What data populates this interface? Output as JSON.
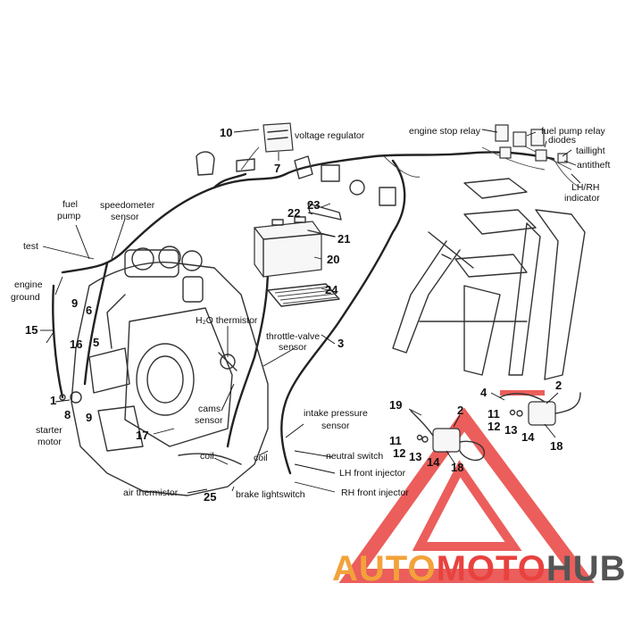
{
  "colors": {
    "line": "#222222",
    "logo_red": "#e8423f",
    "logo_orange": "#f3a23a",
    "logo_gray": "#555555"
  },
  "labels": {
    "voltage_regulator": "voltage regulator",
    "engine_stop_relay": "engine stop relay",
    "fuel_pump_relay": "fuel pump relay",
    "diodes": "diodes",
    "taillight": "taillight",
    "antitheft": "antitheft",
    "lh_rh": "LH/RH",
    "indicator": "indicator",
    "fuel": "fuel",
    "pump": "pump",
    "speedometer": "speedometer",
    "sensor_speedo": "sensor",
    "test": "test",
    "engine": "engine",
    "ground": "ground",
    "h2o_thermistor": "H₂O thermistor",
    "throttle_valve": "throttle-valve",
    "sensor_throttle": "sensor",
    "cams": "cams",
    "sensor_cams": "sensor",
    "intake_pressure": "intake pressure",
    "sensor_intake": "sensor",
    "starter": "starter",
    "motor": "motor",
    "coil_left": "coil",
    "coil_right": "coil",
    "neutral_switch": "neutral switch",
    "lh_front_injector": "LH front injector",
    "rh_front_injector": "RH front injector",
    "air_thermistor": "air thermistor",
    "brake_lightswitch": "brake lightswitch"
  },
  "numbers": {
    "n10": "10",
    "n7": "7",
    "n23": "23",
    "n22": "22",
    "n21": "21",
    "n20": "20",
    "n24": "24",
    "n3": "3",
    "n15": "15",
    "n9a": "9",
    "n6": "6",
    "n16": "16",
    "n5": "5",
    "n1": "1",
    "n8": "8",
    "n9b": "9",
    "n17": "17",
    "n25": "25",
    "n19": "19",
    "n2a": "2",
    "n11a": "11",
    "n12a": "12",
    "n13a": "13",
    "n14a": "14",
    "n18a": "18",
    "n4": "4",
    "n2b": "2",
    "n11b": "11",
    "n12b": "12",
    "n13b": "13",
    "n14b": "14",
    "n18b": "18"
  },
  "logo": {
    "part1": "AUTO",
    "part2": "MOTO",
    "part3": "HUB"
  }
}
